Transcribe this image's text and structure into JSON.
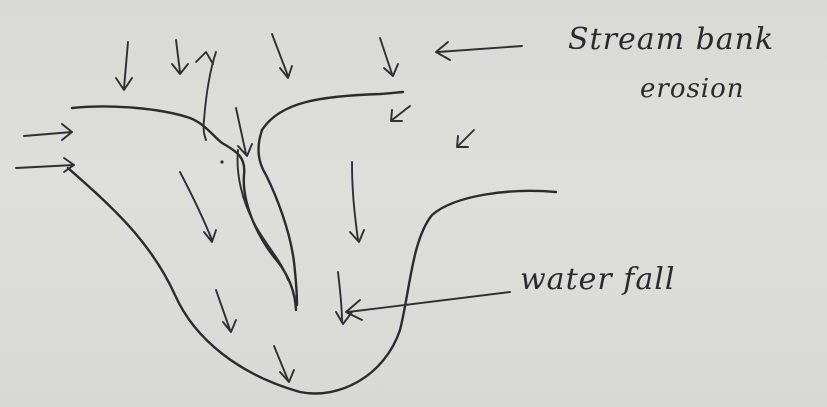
{
  "labels": {
    "stream_bank_erosion_line1": "Stream bank",
    "stream_bank_erosion_line2": "erosion",
    "waterfall": "water fall"
  },
  "colors": {
    "paper": "#dcdcd9",
    "ink": "#2b2b2e"
  }
}
